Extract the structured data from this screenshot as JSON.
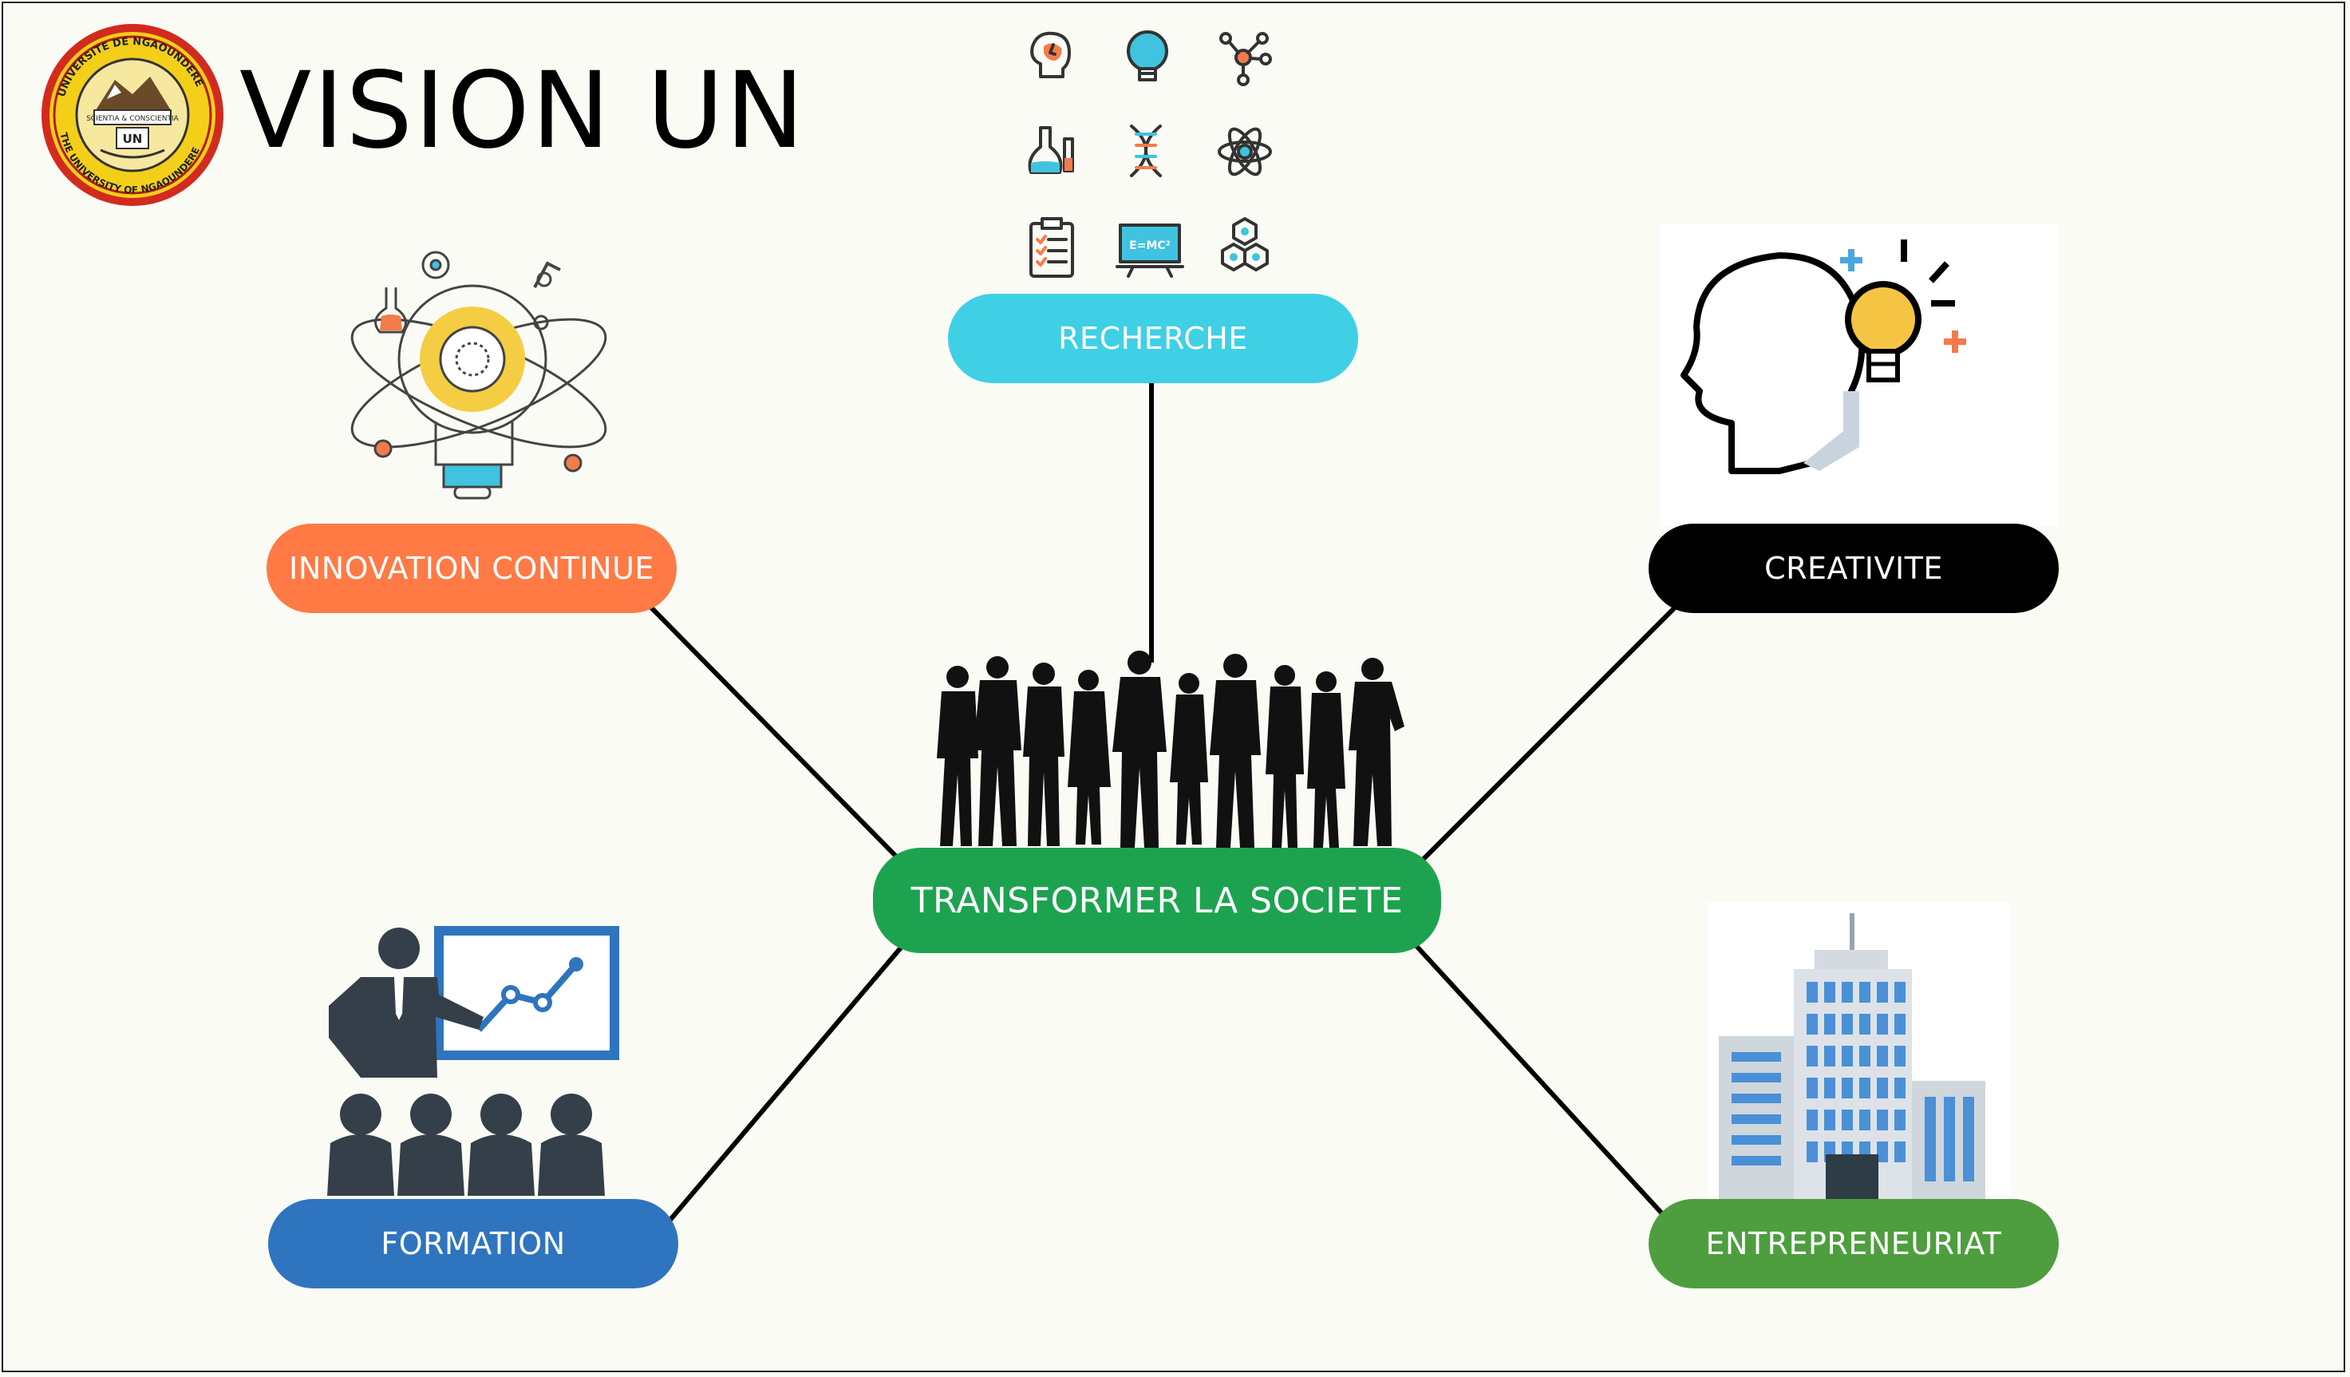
{
  "title": "VISION UN",
  "logo": {
    "ring_text_top": "UNIVERSITE DE NGAOUNDERE",
    "ring_text_bottom": "THE UNIVERSITY OF NGAOUNDERE",
    "banner": "SCIENTIA & CONSCIENTIA",
    "monogram": "UN"
  },
  "center": {
    "label": "TRANSFORMER LA SOCIETE",
    "color": "#1da34f"
  },
  "nodes": {
    "recherche": {
      "label": "RECHERCHE",
      "color": "#3fd0e6"
    },
    "innovation": {
      "label": "INNOVATION CONTINUE",
      "color": "#ff7a45"
    },
    "creativite": {
      "label": "CREATIVITE",
      "color": "#000000"
    },
    "formation": {
      "label": "FORMATION",
      "color": "#2f74bf"
    },
    "entrepreneuriat": {
      "label": "ENTREPRENEURIAT",
      "color": "#4e9e3f"
    }
  },
  "science_icon_formula": "E=MC²",
  "icons": [
    "brain-icon",
    "lightbulb-icon",
    "molecule-icon",
    "flask-icon",
    "dna-icon",
    "atom-icon",
    "clipboard-icon",
    "blackboard-icon",
    "hexagon-molecule-icon"
  ]
}
